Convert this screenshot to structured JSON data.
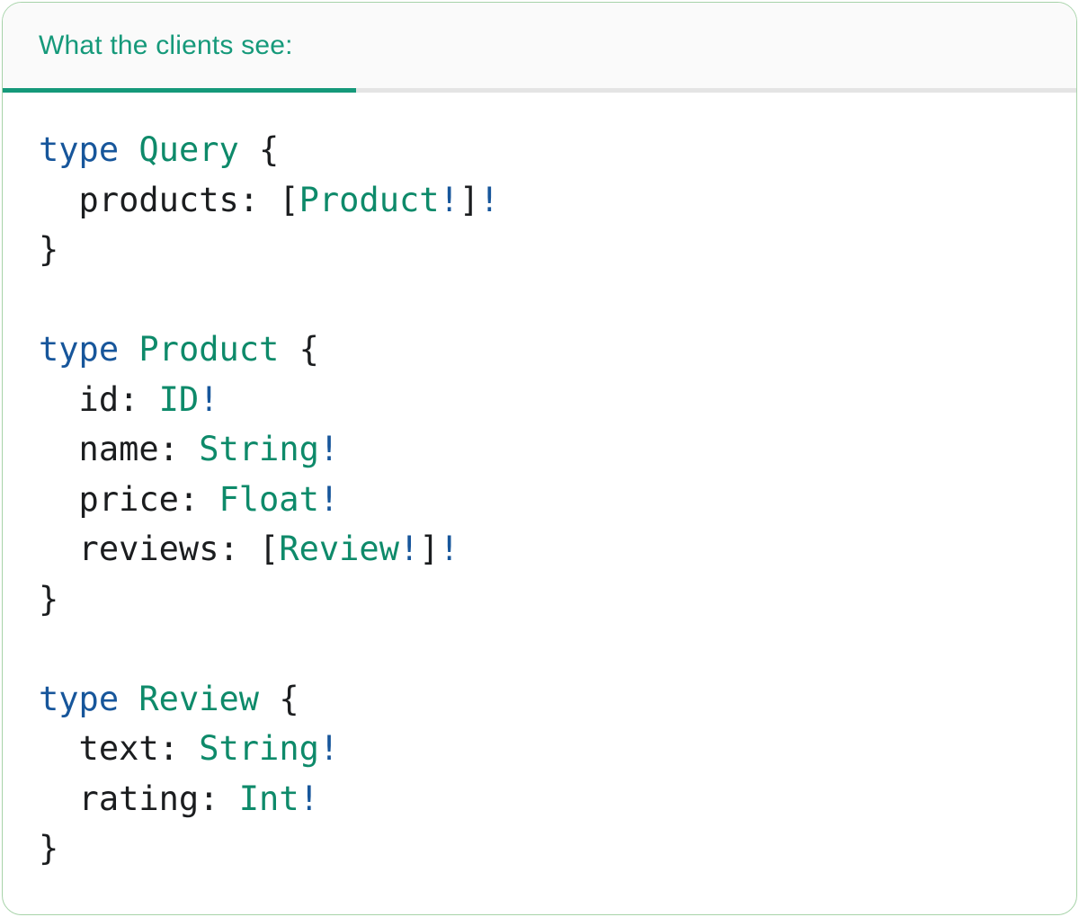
{
  "header": {
    "tab_label": "What the clients see:"
  },
  "colors": {
    "teal_accent": "#15997a",
    "type_teal": "#0e8a6a",
    "keyword_blue": "#17569b",
    "plain_text": "#1b1d1f",
    "header_bg": "#fafafa",
    "divider_gray": "#e4e4e4",
    "card_border": "#a7d3a9"
  },
  "code": {
    "language": "graphql",
    "lines": [
      {
        "tokens": [
          {
            "text": "type",
            "style": "keyword"
          },
          {
            "text": " ",
            "style": "plain"
          },
          {
            "text": "Query",
            "style": "type"
          },
          {
            "text": " {",
            "style": "plain"
          }
        ]
      },
      {
        "tokens": [
          {
            "text": "  products: [",
            "style": "plain"
          },
          {
            "text": "Product",
            "style": "type"
          },
          {
            "text": "!",
            "style": "bang"
          },
          {
            "text": "]",
            "style": "plain"
          },
          {
            "text": "!",
            "style": "bang"
          }
        ]
      },
      {
        "tokens": [
          {
            "text": "}",
            "style": "plain"
          }
        ]
      },
      {
        "tokens": []
      },
      {
        "tokens": [
          {
            "text": "type",
            "style": "keyword"
          },
          {
            "text": " ",
            "style": "plain"
          },
          {
            "text": "Product",
            "style": "type"
          },
          {
            "text": " {",
            "style": "plain"
          }
        ]
      },
      {
        "tokens": [
          {
            "text": "  id: ",
            "style": "plain"
          },
          {
            "text": "ID",
            "style": "type"
          },
          {
            "text": "!",
            "style": "bang"
          }
        ]
      },
      {
        "tokens": [
          {
            "text": "  name: ",
            "style": "plain"
          },
          {
            "text": "String",
            "style": "type"
          },
          {
            "text": "!",
            "style": "bang"
          }
        ]
      },
      {
        "tokens": [
          {
            "text": "  price: ",
            "style": "plain"
          },
          {
            "text": "Float",
            "style": "type"
          },
          {
            "text": "!",
            "style": "bang"
          }
        ]
      },
      {
        "tokens": [
          {
            "text": "  reviews: [",
            "style": "plain"
          },
          {
            "text": "Review",
            "style": "type"
          },
          {
            "text": "!",
            "style": "bang"
          },
          {
            "text": "]",
            "style": "plain"
          },
          {
            "text": "!",
            "style": "bang"
          }
        ]
      },
      {
        "tokens": [
          {
            "text": "}",
            "style": "plain"
          }
        ]
      },
      {
        "tokens": []
      },
      {
        "tokens": [
          {
            "text": "type",
            "style": "keyword"
          },
          {
            "text": " ",
            "style": "plain"
          },
          {
            "text": "Review",
            "style": "type"
          },
          {
            "text": " {",
            "style": "plain"
          }
        ]
      },
      {
        "tokens": [
          {
            "text": "  text: ",
            "style": "plain"
          },
          {
            "text": "String",
            "style": "type"
          },
          {
            "text": "!",
            "style": "bang"
          }
        ]
      },
      {
        "tokens": [
          {
            "text": "  rating: ",
            "style": "plain"
          },
          {
            "text": "Int",
            "style": "type"
          },
          {
            "text": "!",
            "style": "bang"
          }
        ]
      },
      {
        "tokens": [
          {
            "text": "}",
            "style": "plain"
          }
        ]
      }
    ]
  }
}
